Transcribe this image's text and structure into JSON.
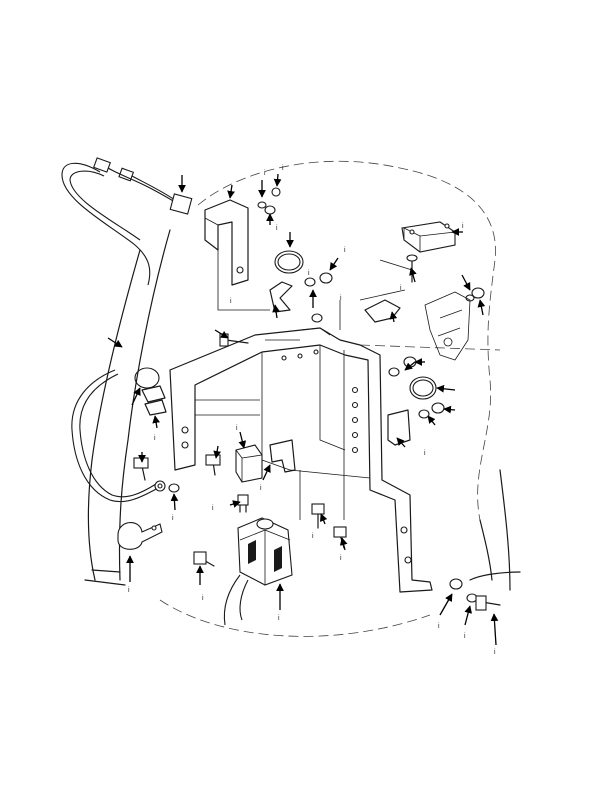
{
  "figure": {
    "index_marks": [
      "i",
      "i",
      "i",
      "i",
      "i",
      "i",
      "i",
      "i",
      "i",
      "i",
      "i",
      "i",
      "i",
      "i",
      "i",
      "i",
      "i",
      "i",
      "i",
      "i",
      "i",
      "i",
      "i"
    ]
  }
}
